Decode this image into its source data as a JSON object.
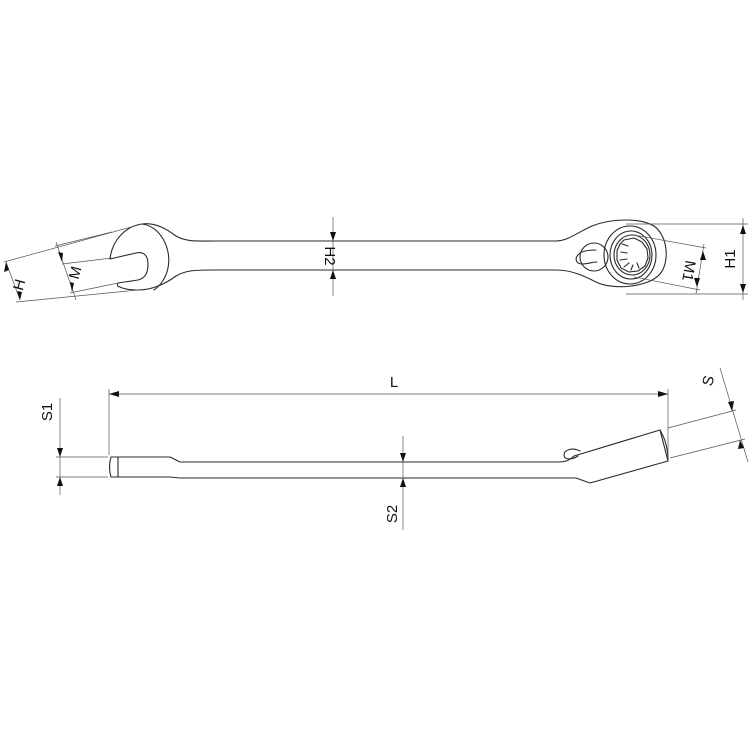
{
  "diagram": {
    "subject": "Ratcheting combination wrench technical drawing",
    "colors": {
      "background": "#ffffff",
      "outline": "#2a2a2a",
      "dimension_lines": "#555555",
      "text": "#111111"
    },
    "top_view": {
      "labels": {
        "H": "H",
        "M": "M",
        "H2": "H2",
        "M1": "M1",
        "H1": "H1"
      }
    },
    "side_view": {
      "labels": {
        "L": "L",
        "S": "S",
        "S1": "S1",
        "S2": "S2"
      }
    }
  }
}
